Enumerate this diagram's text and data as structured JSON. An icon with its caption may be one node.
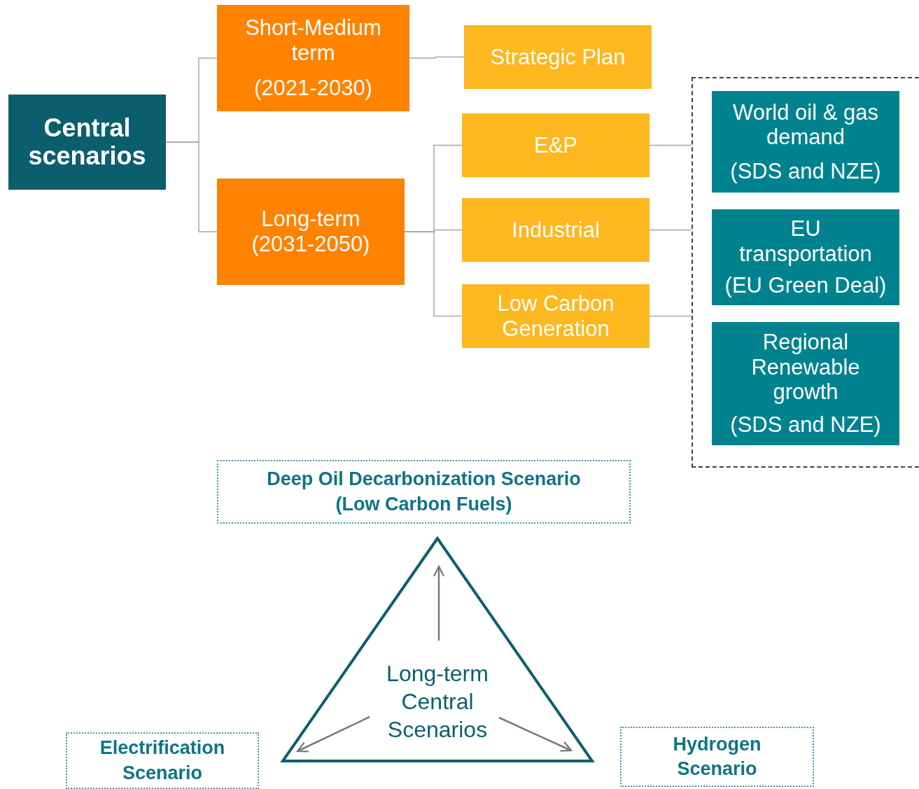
{
  "diagram": {
    "nodes": [
      {
        "text": [
          "Central scenarios"
        ]
      },
      {
        "text": [
          "Short-Medium term",
          "(2021-2030)"
        ]
      },
      {
        "text": [
          "Long-term (2031-2050)"
        ]
      },
      {
        "text": [
          "Strategic Plan"
        ]
      },
      {
        "text": [
          "E&P"
        ]
      },
      {
        "text": [
          "Industrial"
        ]
      },
      {
        "text": [
          "Low Carbon Generation"
        ]
      },
      {
        "text": [],
        "shape": "box"
      },
      {
        "text": [
          "World oil & gas demand",
          "(SDS and NZE)"
        ],
        "in": 7
      },
      {
        "text": [
          "EU transportation",
          "(EU Green Deal)"
        ],
        "in": 7
      },
      {
        "text": [
          "Regional Renewable growth",
          "(SDS and NZE)"
        ],
        "in": 7
      },
      {
        "text": [
          "Deep Oil Decarbonization Scenario (Low Carbon Fuels)"
        ]
      },
      {
        "text": [
          "Long-term Central Scenarios"
        ]
      },
      {
        "text": [
          "Electrification Scenario"
        ]
      },
      {
        "text": [
          "Hydrogen Scenario"
        ]
      }
    ],
    "edges": [
      {
        "from": 0,
        "to": 1,
        "arrow": "none"
      },
      {
        "from": 0,
        "to": 2,
        "arrow": "none"
      },
      {
        "from": 1,
        "to": 3,
        "arrow": "none"
      },
      {
        "from": 2,
        "to": 4,
        "arrow": "none"
      },
      {
        "from": 2,
        "to": 5,
        "arrow": "none"
      },
      {
        "from": 2,
        "to": 6,
        "arrow": "none"
      },
      {
        "from": 4,
        "to": 7,
        "arrow": "none"
      },
      {
        "from": 5,
        "to": 7,
        "arrow": "none"
      },
      {
        "from": 6,
        "to": 7,
        "arrow": "none"
      }
    ]
  }
}
